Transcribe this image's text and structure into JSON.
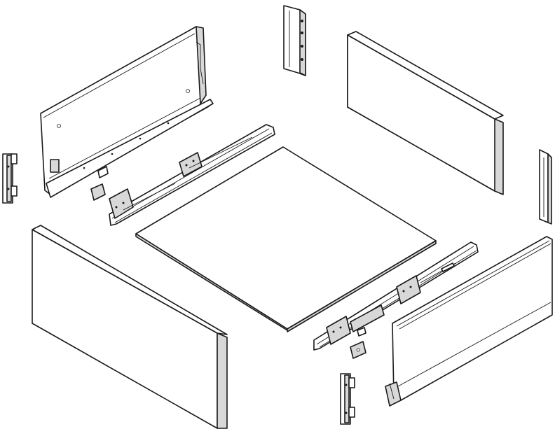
{
  "diagram": {
    "kind": "exploded-assembly",
    "parts": [
      {
        "id": "side-panel-left",
        "icon": "metal-drawer-side-left"
      },
      {
        "id": "side-panel-right",
        "icon": "metal-drawer-side-right"
      },
      {
        "id": "front-panel",
        "icon": "wood-panel"
      },
      {
        "id": "back-panel",
        "icon": "wood-panel"
      },
      {
        "id": "bottom-panel",
        "icon": "wood-board"
      },
      {
        "id": "runner-left",
        "icon": "slide-runner"
      },
      {
        "id": "runner-right",
        "icon": "slide-runner"
      },
      {
        "id": "front-bracket-left",
        "icon": "front-fixing-bracket"
      },
      {
        "id": "front-bracket-right",
        "icon": "front-fixing-bracket"
      },
      {
        "id": "rear-bracket-left",
        "icon": "rear-fixing-bracket"
      },
      {
        "id": "rear-bracket-right",
        "icon": "rear-fixing-bracket"
      },
      {
        "id": "clip-left",
        "icon": "locking-clip"
      },
      {
        "id": "clip-right",
        "icon": "locking-clip"
      }
    ],
    "colors": {
      "line": "#1a1a1a",
      "fill": "#ffffff",
      "shade": "#d8d8d8"
    }
  }
}
